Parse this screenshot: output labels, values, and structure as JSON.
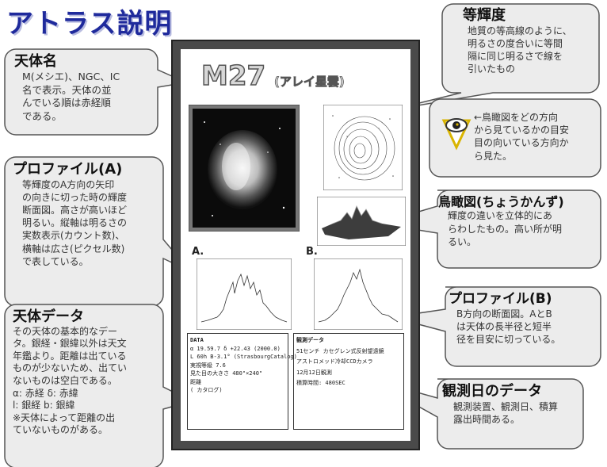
{
  "title": "アトラス説明",
  "callouts": {
    "object_name": {
      "heading": "天体名",
      "lines": [
        "M(メシエ)、NGC、IC",
        "名で表示。天体の並",
        "んでいる順は赤経順",
        "である。"
      ]
    },
    "profile_a": {
      "heading": "プロファイル(A)",
      "lines": [
        "等輝度のA方向の矢印",
        "の向きに切った時の輝度",
        "断面図。高さが高いほど",
        "明るい。縦軸は明るさの",
        "実数表示(カウント数)、",
        "横軸は広さ(ピクセル数)",
        "で表している。"
      ]
    },
    "object_data": {
      "heading": "天体データ",
      "lines": [
        "その天体の基本的なデー",
        "タ。銀経・銀緯以外は天文",
        "年鑑より。距離は出ている",
        "ものが少ないため、出てい",
        "ないものは空白である。",
        "α: 赤経 δ: 赤緯",
        "l: 銀経 b: 銀緯",
        "※天体によって距離の出",
        "ていないものがある。"
      ]
    },
    "isophote": {
      "heading": "等輝度",
      "lines": [
        "地質の等高線のように、",
        "明るさの度合いに等間",
        "隔に同じ明るさで線を",
        "引いたもの"
      ]
    },
    "bird_eye_note": {
      "lines": [
        "←鳥瞰図をどの方向",
        "から見ているかの目安",
        "目の向いている方向か",
        "ら見た。"
      ]
    },
    "bird_eye": {
      "heading": "鳥瞰図(ちょうかんず)",
      "lines": [
        "輝度の違いを立体的にあ",
        "らわしたもの。高い所が明",
        "るい。"
      ]
    },
    "profile_b": {
      "heading": "プロファイル(B)",
      "lines": [
        "B方向の断面図。AとB",
        "は天体の長半径と短半",
        "径を目安に切っている。"
      ]
    },
    "obs_data": {
      "heading": "観測日のデータ",
      "lines": [
        "観測装置、観測日、積算",
        "露出時間ある。"
      ]
    }
  },
  "sheet": {
    "object": "M27",
    "object_alias": "(アレイ星雲)",
    "label_a": "A.",
    "label_b": "B.",
    "data_box": {
      "title": "DATA",
      "lines": [
        "α 19.59.7  δ +22.43 (2000.0)",
        "L 60h B-3.1° (StrasbourgCatalog)",
        "実視等級 7.6",
        "見た目の大きさ 480\"×240\"",
        "距離",
        "(                カタログ)"
      ]
    },
    "obs_box": {
      "title": "観測データ",
      "lines": [
        "51センチ カセグレン式反射望遠鏡",
        "アストロメッド冷却CCDカメラ",
        "12月12日観測",
        "積算時間: 480SEC"
      ]
    }
  },
  "colors": {
    "title": "#1f2a9c",
    "bubble_fill": "#ececec",
    "bubble_stroke": "#555555",
    "eye_icon": "#d9b400"
  }
}
